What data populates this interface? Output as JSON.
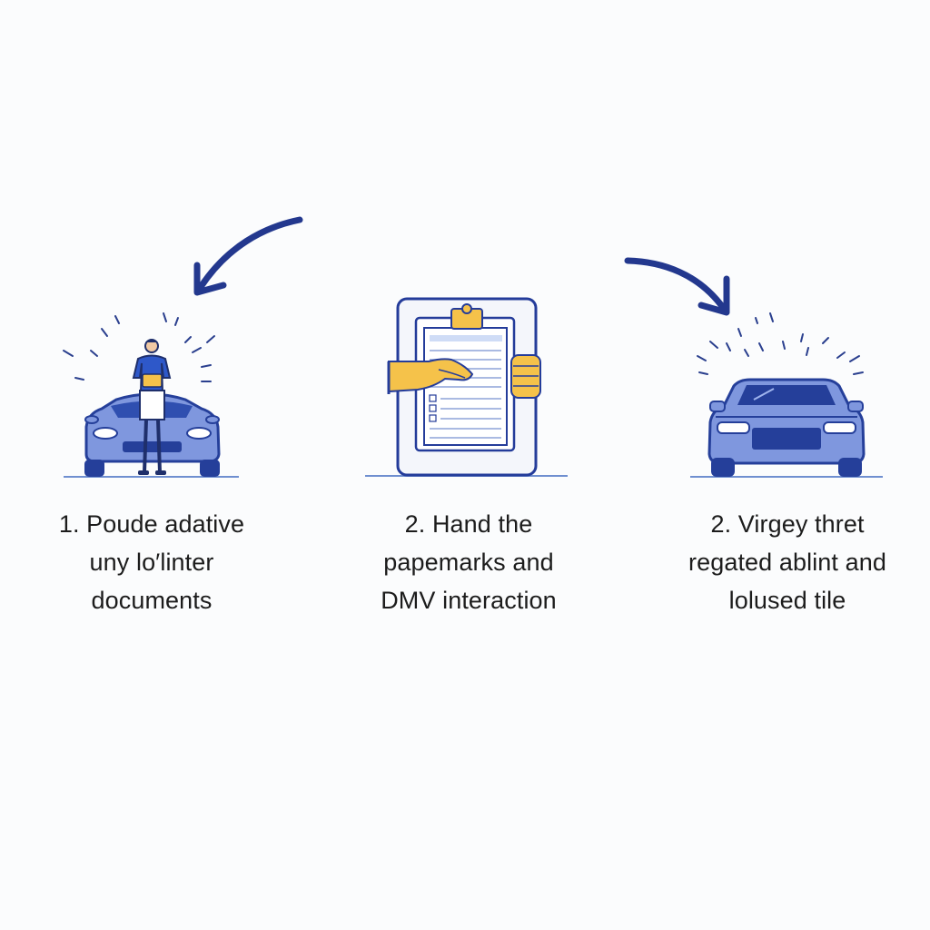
{
  "colors": {
    "background": "#fbfcfd",
    "arrow": "#23388e",
    "car_body": "#7f97de",
    "car_dark": "#253f9a",
    "outline": "#243c9a",
    "accent_yellow": "#f5c24a",
    "clipboard_fill": "#f4f6fb",
    "text": "#1c1c1c"
  },
  "icons": {
    "arrow_left": "curved-arrow-down-left-icon",
    "arrow_right": "curved-arrow-down-right-icon",
    "step_1": "person-standing-by-car-icon",
    "step_2": "hand-holding-clipboard-icon",
    "step_3": "car-front-view-icon"
  },
  "steps": [
    {
      "lines": [
        "1. Poude adative",
        "uny lo⁠′linter",
        "documents"
      ]
    },
    {
      "lines": [
        "2. Hand the",
        "papemarks and",
        "DMV interaction"
      ]
    },
    {
      "lines": [
        "2. Virgey thret",
        "regated ablint and",
        "lolused tile"
      ]
    }
  ]
}
